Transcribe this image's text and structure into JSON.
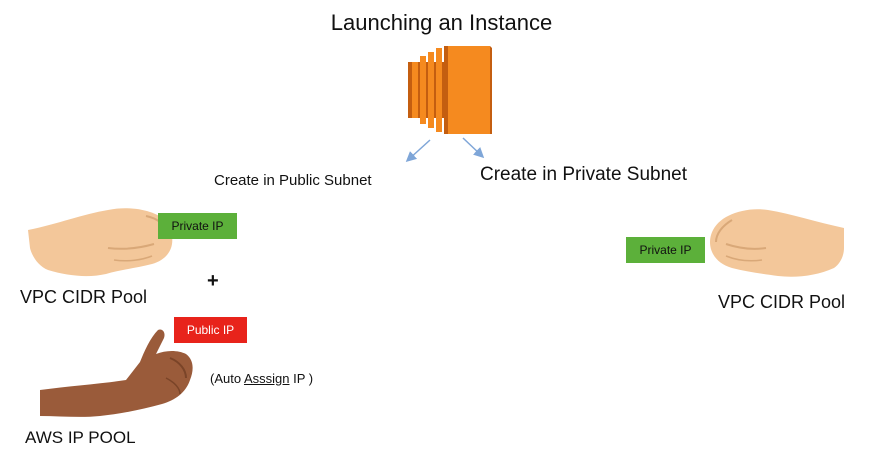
{
  "title": "Launching an Instance",
  "branches": {
    "public_label": "Create in Public Subnet",
    "private_label": "Create in Private Subnet"
  },
  "public_side": {
    "pool_label": "VPC CIDR Pool",
    "private_ip_tag": "Private IP",
    "plus": "+",
    "public_ip_tag": "Public IP",
    "auto_prefix": "(Auto ",
    "auto_word": "Asssign",
    "auto_suffix": " IP )",
    "aws_pool_label": "AWS IP POOL"
  },
  "private_side": {
    "pool_label": "VPC CIDR Pool",
    "private_ip_tag": "Private IP"
  },
  "colors": {
    "instance_orange": "#f58a1f",
    "instance_dark": "#c45e10",
    "private_tag": "#5cb03a",
    "public_tag": "#e8231b",
    "arrow": "#7fa6d8",
    "skin_light": "#f3c79a",
    "skin_dark": "#9a5b3a"
  },
  "icons": [
    "ec2-instance-icon",
    "hand-left-icon",
    "hand-right-icon",
    "hand-aws-icon"
  ]
}
